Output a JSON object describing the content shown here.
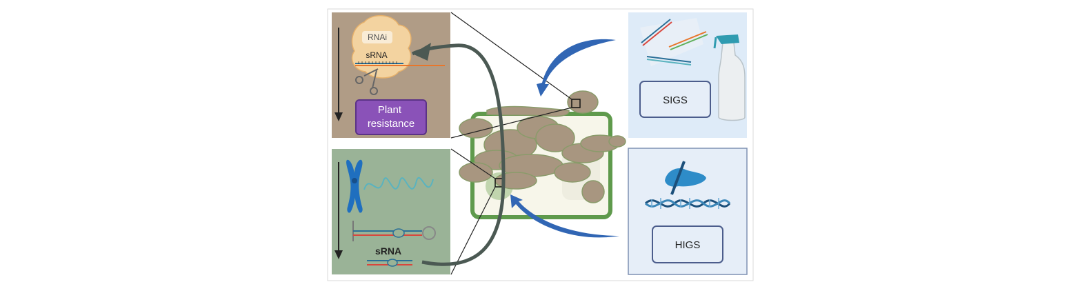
{
  "panels": {
    "top_left": {
      "rnai": "RNAi",
      "srna": "sRNA",
      "result": "Plant\nresistance"
    },
    "bottom_left": {
      "srna": "sRNA"
    },
    "top_right": {
      "label": "SIGS"
    },
    "bottom_right": {
      "label": "HIGS"
    }
  },
  "icons": [
    "chromosome-icon",
    "scissors-icon",
    "spray-bottle-icon",
    "hand-pen-icon",
    "dna-helix-icon",
    "hairpin-rna-icon",
    "leaf-cell-icon"
  ],
  "colors": {
    "top_left_bg": "#b09c86",
    "bottom_left_bg": "#9ab397",
    "sigs_bg": "#deebf8",
    "higs_bg": "#e6eef8",
    "resistance_box": "#8a52b8",
    "arrow_blue": "#3166b4",
    "arrow_dark": "#4b5953",
    "cell_green": "#5f9a4c",
    "fungus": "#a89680"
  }
}
